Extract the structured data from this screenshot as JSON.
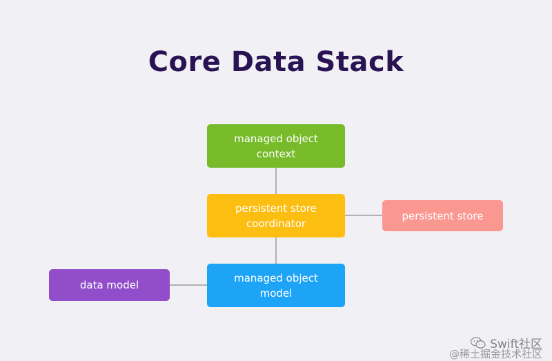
{
  "title": "Core Data Stack",
  "nodes": {
    "managed_object_context": {
      "label": "managed object context",
      "color": "#77bb2a"
    },
    "persistent_store_coordinator": {
      "label": "persistent store coordinator",
      "color": "#fdbe12"
    },
    "managed_object_model": {
      "label": "managed object model",
      "color": "#1ea4f7"
    },
    "persistent_store": {
      "label": "persistent store",
      "color": "#fb9791"
    },
    "data_model": {
      "label": "data model",
      "color": "#914dca"
    }
  },
  "connector_color": "#8d8d8d",
  "watermark": {
    "brand": "Swift社区",
    "sub": "@稀土掘金技术社区"
  }
}
